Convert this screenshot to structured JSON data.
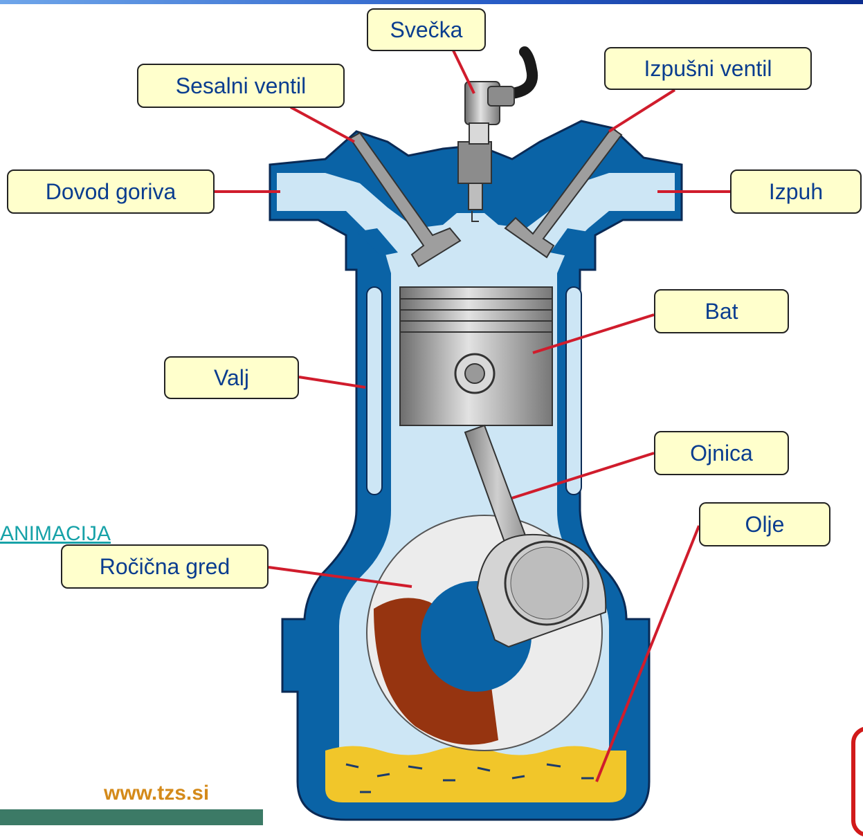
{
  "labels": {
    "svecka": "Svečka",
    "sesalni_ventil": "Sesalni ventil",
    "izpusni_ventil": "Izpušni ventil",
    "dovod_goriva": "Dovod goriva",
    "izpuh": "Izpuh",
    "bat": "Bat",
    "valj": "Valj",
    "ojnica": "Ojnica",
    "rocicna_gred": "Ročična gred",
    "olje": "Olje"
  },
  "link": {
    "animation": "ANIMACIJA"
  },
  "footer": {
    "site": "www.tzs.si"
  },
  "colors": {
    "engine_blue": "#0a63a6",
    "chamber_fill": "#cde6f5",
    "label_fill": "#ffffcc",
    "leader_line": "#d01c2c",
    "counterweight": "#963410",
    "oil": "#f1c62a",
    "metal": "#a6a6a6"
  }
}
